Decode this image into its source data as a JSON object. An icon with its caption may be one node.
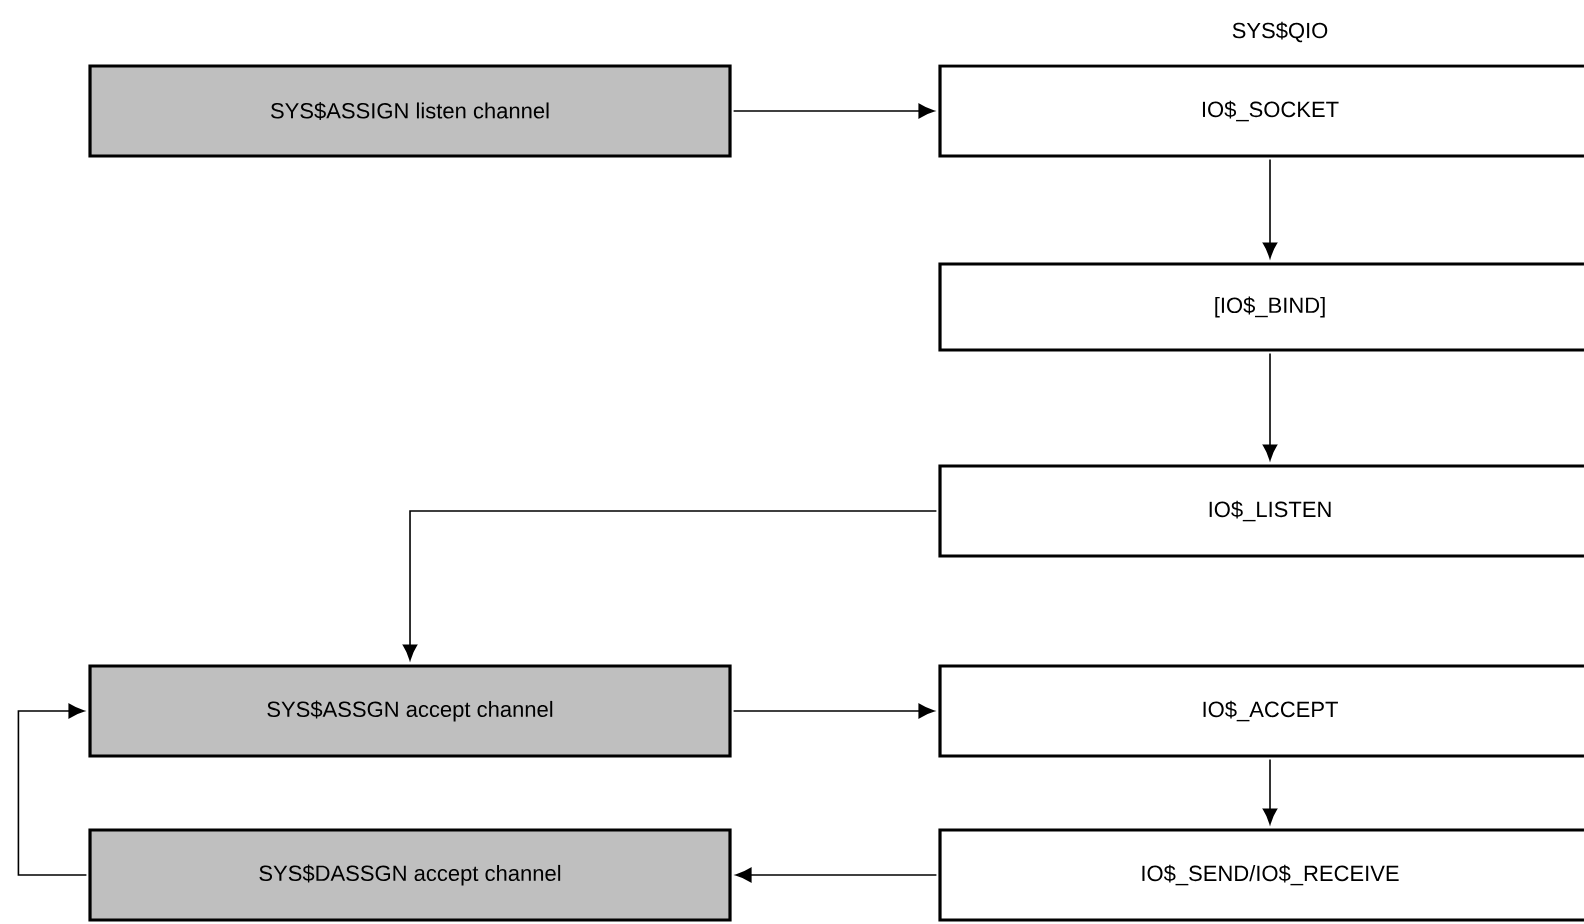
{
  "diagram": {
    "nodes": [
      {
        "text": [
          "SYS$ASSIGN listen channel"
        ]
      },
      {
        "text": [
          "IO$_SOCKET"
        ]
      },
      {
        "text": [
          "[IO$_BIND]"
        ]
      },
      {
        "text": [
          "IO$_LISTEN"
        ]
      },
      {
        "text": [
          "SYS$ASSGN accept channel"
        ]
      },
      {
        "text": [
          "IO$_ACCEPT"
        ]
      },
      {
        "text": [
          "IO$_SEND/IO$_RECEIVE"
        ]
      },
      {
        "text": [
          "SYS$DASSGN accept channel"
        ]
      }
    ],
    "edges": [
      {
        "from": 0,
        "to": 1,
        "arrow": "to"
      },
      {
        "from": 1,
        "to": 2,
        "arrow": "to"
      },
      {
        "from": 2,
        "to": 3,
        "arrow": "to"
      },
      {
        "from": 3,
        "to": 4,
        "arrow": "to"
      },
      {
        "from": 4,
        "to": 5,
        "arrow": "to"
      },
      {
        "from": 5,
        "to": 6,
        "arrow": "to"
      },
      {
        "from": 6,
        "to": 7,
        "arrow": "to"
      },
      {
        "from": 7,
        "to": 4,
        "arrow": "to"
      }
    ],
    "labels": [
      "SYS$QIO"
    ]
  }
}
